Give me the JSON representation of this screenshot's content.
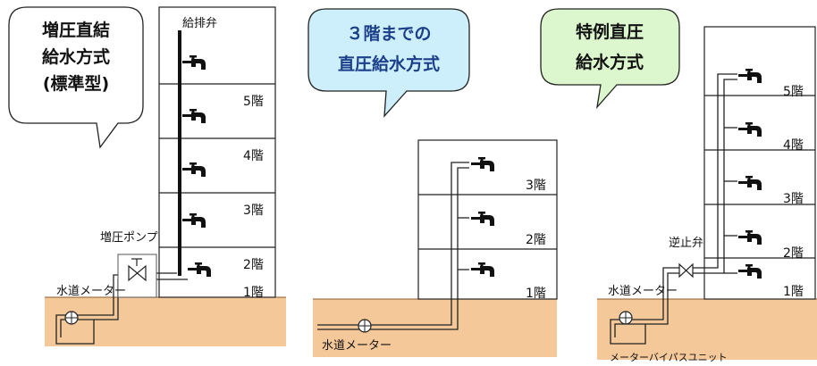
{
  "bubbles": {
    "left": {
      "lines": [
        "増圧直結",
        "給水方式",
        "(標準型)"
      ],
      "fill": "#ffffff",
      "text_color": "#111111"
    },
    "middle": {
      "lines": [
        "３階までの",
        "直圧給水方式"
      ],
      "fill": "#cdeefb",
      "text_color": "#1c3f8a"
    },
    "right": {
      "lines": [
        "特例直圧",
        "給水方式"
      ],
      "fill": "#dcf7cd",
      "text_color": "#111111"
    }
  },
  "labels": {
    "check_valve_top": "給排弁",
    "booster_pump": "増圧ポンプ",
    "water_meter_left": "水道メーター",
    "water_meter_mid": "水道メーター",
    "water_meter_right": "水道メーター",
    "backflow_valve": "逆止弁",
    "meter_bypass_unit": "メーターバイパスユニット"
  },
  "floors": {
    "five": [
      "5階",
      "4階",
      "3階",
      "2階",
      "1階"
    ],
    "three": [
      "3階",
      "2階",
      "1階"
    ]
  },
  "colors": {
    "ground": "#f5c89a",
    "line": "#222222"
  }
}
